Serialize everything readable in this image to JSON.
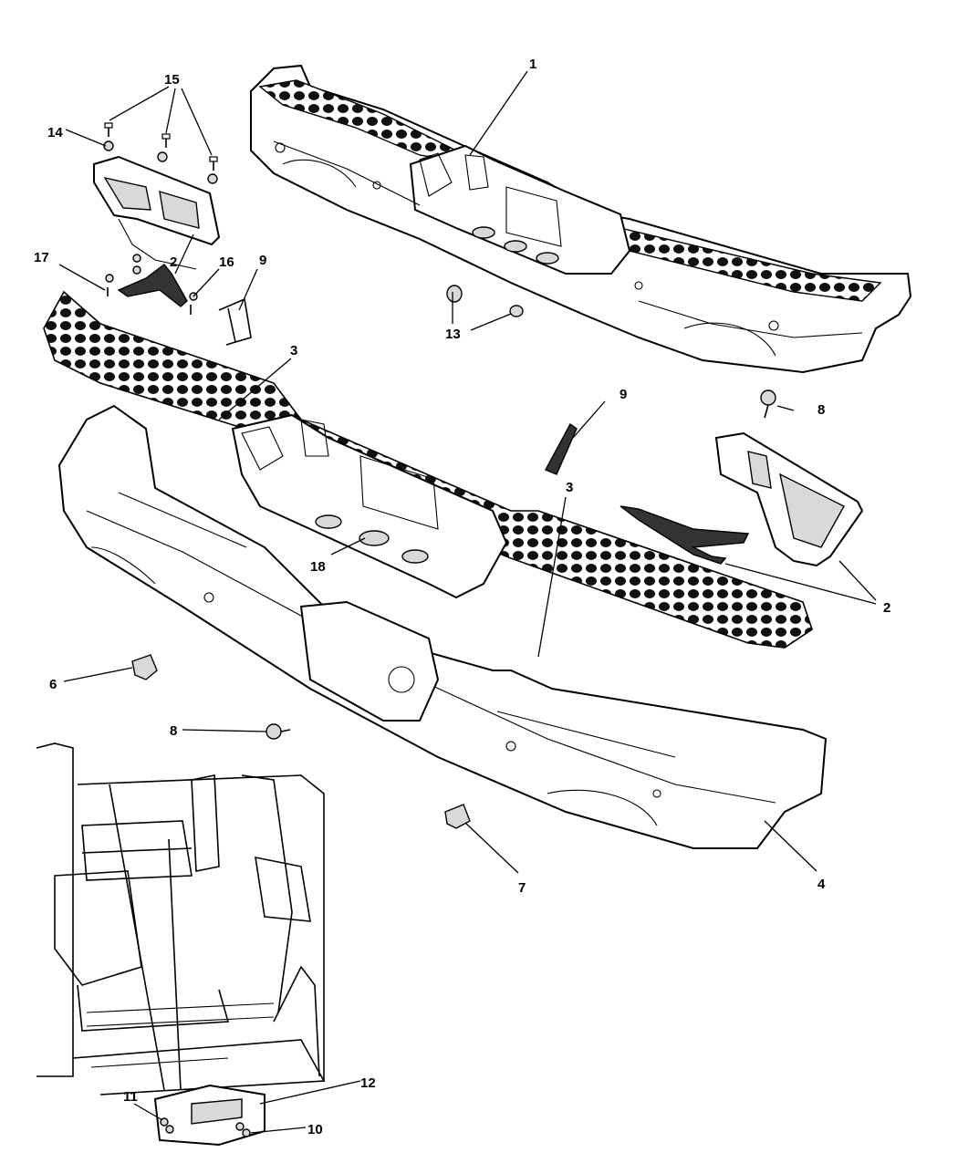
{
  "callouts": {
    "c1": "1",
    "c15": "15",
    "c14": "14",
    "c2a": "2",
    "c17": "17",
    "c16": "16",
    "c9a": "9",
    "c13": "13",
    "c3a": "3",
    "c9b": "9",
    "c8a": "8",
    "c3b": "3",
    "c18": "18",
    "c2b": "2",
    "c6": "6",
    "c8b": "8",
    "c7": "7",
    "c4": "4",
    "c12": "12",
    "c11": "11",
    "c10": "10"
  },
  "parts": [
    {
      "ref": "part-1",
      "name": "rear-bumper-assembly-icon"
    },
    {
      "ref": "part-2",
      "name": "mounting-bracket-icon"
    },
    {
      "ref": "part-3",
      "name": "step-pad-icon"
    },
    {
      "ref": "part-4",
      "name": "bumper-fascia-icon"
    },
    {
      "ref": "part-6",
      "name": "park-sensor-icon"
    },
    {
      "ref": "part-7",
      "name": "park-sensor-icon"
    },
    {
      "ref": "part-8",
      "name": "bolt-icon"
    },
    {
      "ref": "part-9",
      "name": "license-bracket-icon"
    },
    {
      "ref": "part-10",
      "name": "screw-icon"
    },
    {
      "ref": "part-11",
      "name": "screw-icon"
    },
    {
      "ref": "part-12",
      "name": "cargo-pad-icon"
    },
    {
      "ref": "part-13",
      "name": "plug-icon"
    },
    {
      "ref": "part-14",
      "name": "nut-icon"
    },
    {
      "ref": "part-15",
      "name": "bolt-icon"
    },
    {
      "ref": "part-16",
      "name": "nut-icon"
    },
    {
      "ref": "part-17",
      "name": "bolt-icon"
    },
    {
      "ref": "part-18",
      "name": "hole-plug-icon"
    }
  ]
}
